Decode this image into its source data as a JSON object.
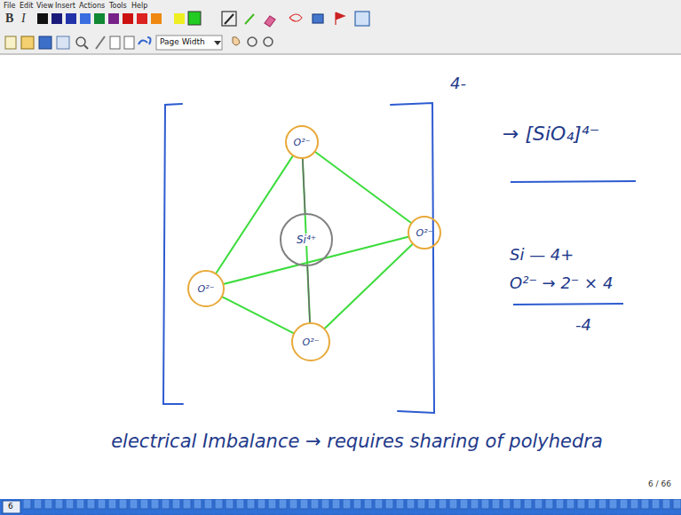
{
  "diagram": {
    "nodes": [
      {
        "text": [
          "O²⁻"
        ]
      },
      {
        "text": [
          "O²⁻"
        ]
      },
      {
        "text": [
          "Si⁴⁺"
        ]
      },
      {
        "text": [
          "O²⁻"
        ]
      },
      {
        "text": [
          "O²⁻"
        ]
      }
    ],
    "edges": [
      {
        "from": 0,
        "to": 1,
        "arrow": "none"
      },
      {
        "from": 0,
        "to": 3,
        "arrow": "none"
      },
      {
        "from": 0,
        "to": 4,
        "arrow": "none"
      },
      {
        "from": 3,
        "to": 1,
        "arrow": "none"
      },
      {
        "from": 3,
        "to": 4,
        "arrow": "none"
      },
      {
        "from": 1,
        "to": 4,
        "arrow": "none"
      },
      {
        "from": 2,
        "to": 0,
        "arrow": "none"
      },
      {
        "from": 2,
        "to": 4,
        "arrow": "none"
      }
    ],
    "labels": [
      "File",
      "Edit",
      "View",
      "Insert",
      "Actions",
      "Tools",
      "Help",
      "B",
      "I",
      "Page Width",
      "4-",
      "→ [SiO₄]⁴⁻",
      "Si — 4+",
      "O²⁻ → 2⁻ × 4",
      "-4",
      "electrical Imbalance → requires sharing of polyhedra",
      "6 / 66",
      "6"
    ]
  }
}
